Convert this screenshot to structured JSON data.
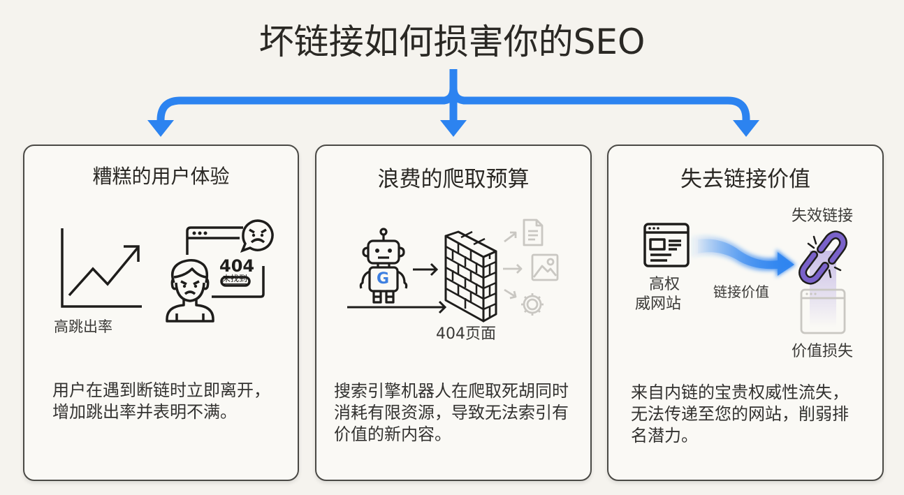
{
  "title": "坏链接如何损害你的SEO",
  "colors": {
    "background": "#f5f3ee",
    "card_background": "#faf9f5",
    "card_border": "#4a4945",
    "arrow_blue": "#2c83f0",
    "chain_purple": "#7a62c9",
    "faded_icon": "#c9c7c2"
  },
  "cards": [
    {
      "title": "糟糕的用户体验",
      "illustration": {
        "chart_label": "高跳出率",
        "error_code": "404",
        "error_text": "未找到",
        "icons": [
          "trend-up-chart-icon",
          "angry-user-icon",
          "browser-window-icon",
          "angry-speech-bubble-icon"
        ]
      },
      "description": "用户在遇到断链时立即离开，增加跳出率并表明不满。"
    },
    {
      "title": "浪费的爬取预算",
      "illustration": {
        "wall_label": "404页面",
        "robot_badge": "G",
        "icons": [
          "google-robot-icon",
          "brick-wall-icon",
          "document-icon",
          "image-icon",
          "gear-icon"
        ]
      },
      "description": "搜索引擎机器人在爬取死胡同时消耗有限资源，导致无法索引有价值的新内容。"
    },
    {
      "title": "失去链接价值",
      "illustration": {
        "source_label": "高权威网站",
        "flow_label": "链接价值",
        "broken_label": "失效链接",
        "loss_label": "价值损失",
        "icons": [
          "website-icon",
          "flow-arrow-icon",
          "broken-link-icon",
          "faded-page-icon"
        ]
      },
      "description": "来自内链的宝贵权威性流失，无法传递至您的网站，削弱排名潜力。"
    }
  ]
}
